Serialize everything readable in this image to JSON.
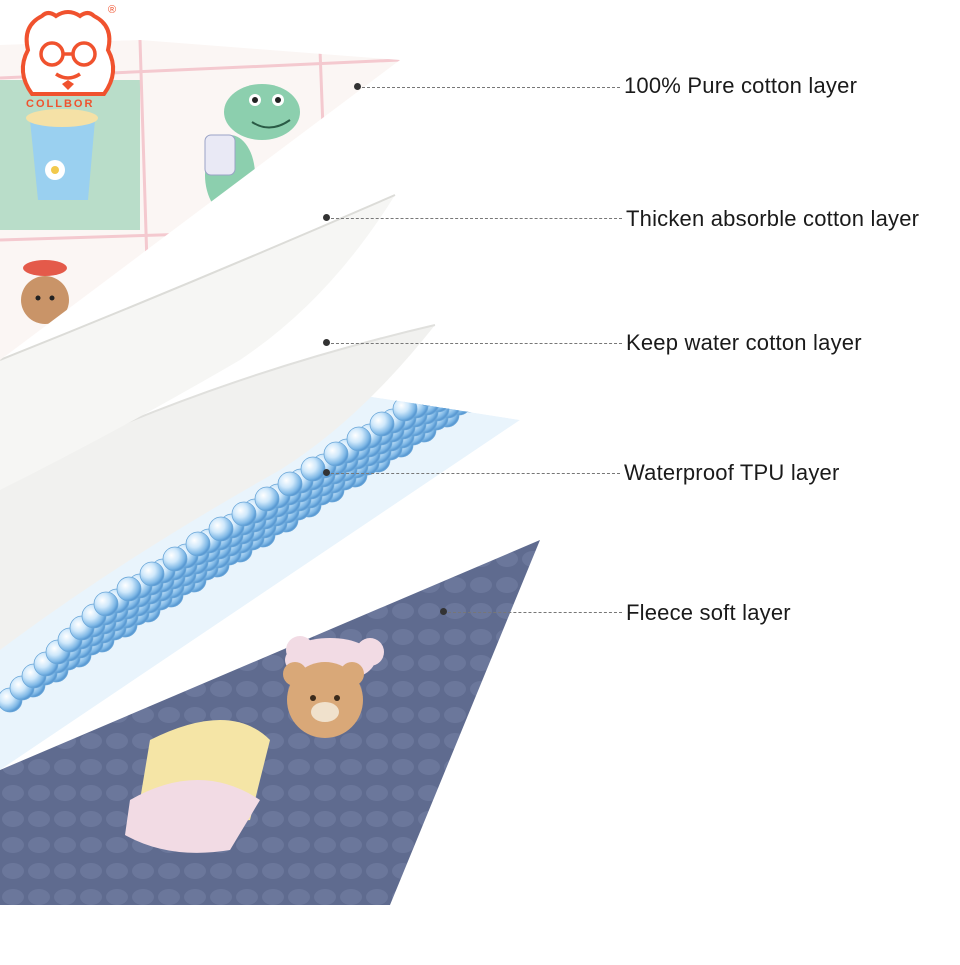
{
  "brand": {
    "name": "COLLBOR",
    "registered_mark": "®"
  },
  "layers": [
    {
      "label": "100% Pure cotton layer"
    },
    {
      "label": "Thicken absorble cotton layer"
    },
    {
      "label": "Keep water cotton layer"
    },
    {
      "label": "Waterproof TPU layer"
    },
    {
      "label": "Fleece soft layer"
    }
  ],
  "colors": {
    "fleece": "#5f6b8f",
    "cotton_white": "#f4f4f2",
    "tpu_bubble": "#8fc8ef",
    "quilt_pink": "#f4c9cf",
    "quilt_mint": "#b9ddc9",
    "logo": "#f0522e"
  }
}
